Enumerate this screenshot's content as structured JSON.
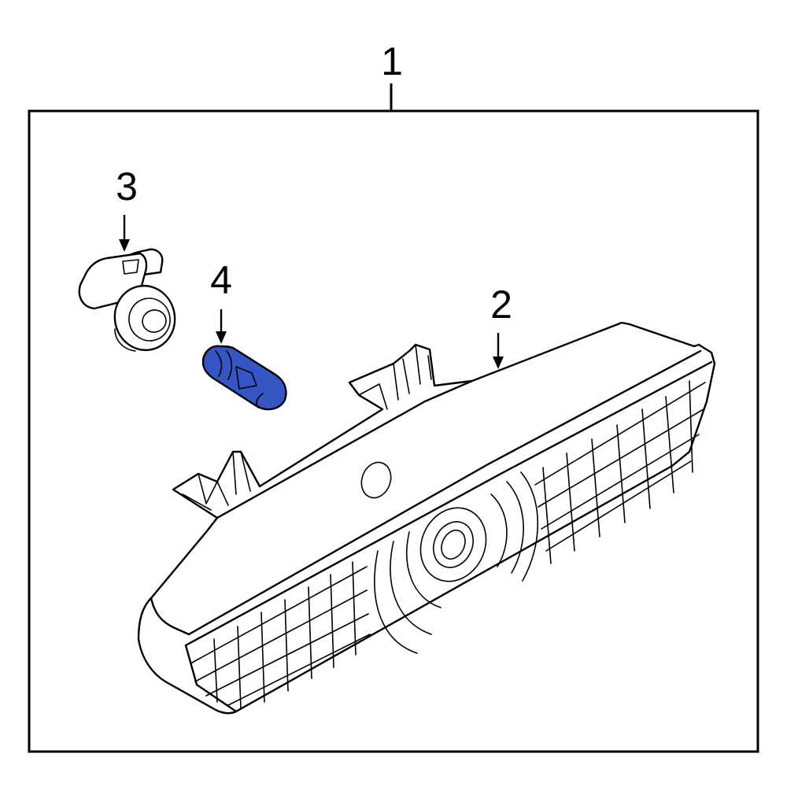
{
  "callouts": {
    "assembly": "1",
    "lamp_housing": "2",
    "socket": "3",
    "bulb": "4"
  },
  "colors": {
    "highlight": "#3356c4",
    "line": "#000000",
    "background": "#ffffff"
  }
}
